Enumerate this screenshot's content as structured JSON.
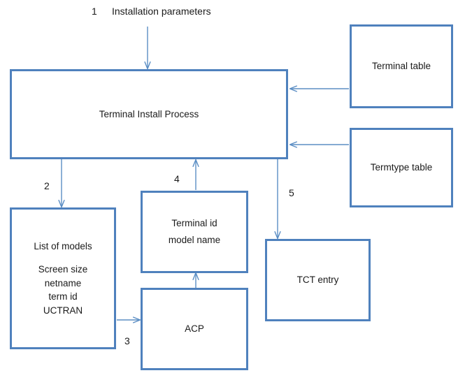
{
  "diagram": {
    "title_label": "Installation parameters",
    "accent_color": "#4f81bd",
    "arrow_color": "#5b8ec4",
    "text_color": "#1a1a1a",
    "background": "#ffffff",
    "nodes": {
      "terminal_install_process": {
        "label": "Terminal Install Process"
      },
      "terminal_table": {
        "label": "Terminal table"
      },
      "termtype_table": {
        "label": "Termtype table"
      },
      "list_of_models": {
        "heading": "List of models",
        "items": [
          "Screen size",
          "netname",
          "term id",
          "UCTRAN"
        ]
      },
      "terminal_id_model_name": {
        "line1": "Terminal id",
        "line2": "model name"
      },
      "acp": {
        "label": "ACP"
      },
      "tct_entry": {
        "label": "TCT entry"
      }
    },
    "edge_numbers": {
      "n1": "1",
      "n2": "2",
      "n3": "3",
      "n4": "4",
      "n5": "5"
    }
  }
}
